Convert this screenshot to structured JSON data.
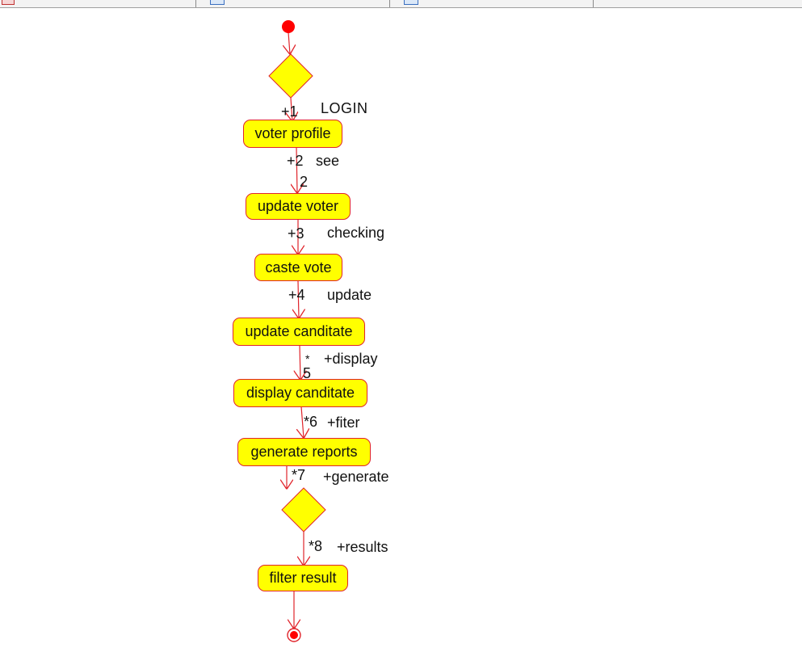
{
  "window": {
    "tabs": [
      {
        "icon": "diagram-icon",
        "label": ""
      },
      {
        "icon": "diagram-icon",
        "label": ""
      },
      {
        "icon": "diagram-icon",
        "label": ""
      }
    ]
  },
  "colors": {
    "activity_fill": "#ffff00",
    "activity_border": "#e0242b",
    "flow_line": "#e0242b",
    "initial_node": "#ff0000"
  },
  "activities": {
    "voter_profile": "voter profile",
    "update_voter": "update voter",
    "caste_vote": "caste vote",
    "update_canditate": "update canditate",
    "display_canditate": "display canditate",
    "generate_reports": "generate reports",
    "filter_result": "filter result"
  },
  "transitions": {
    "t1": {
      "mult": "+1",
      "name": "LOGIN"
    },
    "t2": {
      "mult": "+2",
      "name": "see",
      "extra": "2"
    },
    "t3": {
      "mult": "+3",
      "name": "checking"
    },
    "t4": {
      "mult": "+4",
      "name": "update"
    },
    "t5": {
      "mult": "*",
      "name": "+display",
      "extra": "5"
    },
    "t6": {
      "mult": "*6",
      "name": "+fiter"
    },
    "t7": {
      "mult": "*7",
      "name": "+generate"
    },
    "t8": {
      "mult": "*8",
      "name": "+results"
    }
  }
}
